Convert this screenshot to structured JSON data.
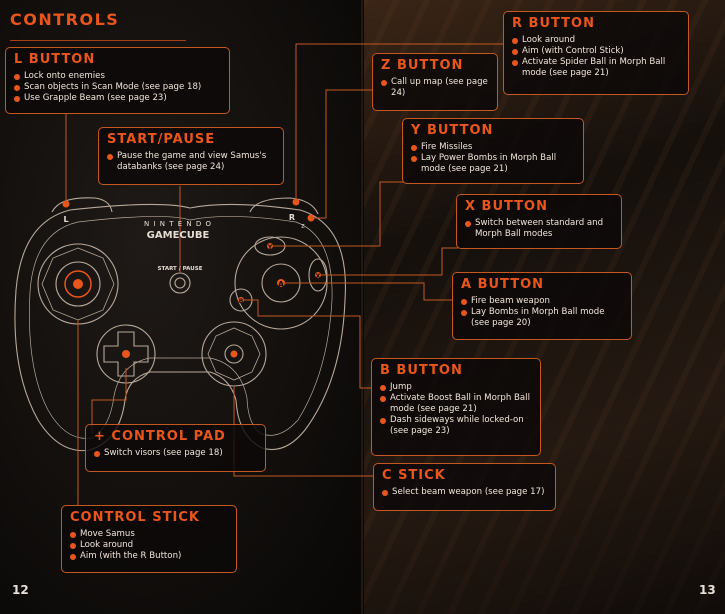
{
  "heading": "CONTROLS",
  "pages": {
    "left": "12",
    "right": "13"
  },
  "colors": {
    "accent": "#e8561c",
    "border": "#c4581f",
    "text": "#f2e6da"
  },
  "controller": {
    "brand_line1": "N I N T E N D O",
    "brand_line2": "GAMECUBE",
    "start_label": "START / PAUSE",
    "l_label": "L",
    "r_label": "R",
    "z_label": "Z",
    "a_label": "A",
    "b_label": "B",
    "x_label": "X",
    "y_label": "Y"
  },
  "sections": {
    "l_button": {
      "title": "L BUTTON",
      "items": [
        "Lock onto enemies",
        "Scan objects in Scan Mode (see page 18)",
        "Use Grapple Beam (see page 23)"
      ]
    },
    "start_pause": {
      "title": "START/PAUSE",
      "items": [
        "Pause the game and view Samus's databanks (see page 24)"
      ]
    },
    "control_pad": {
      "title": "+ CONTROL PAD",
      "items": [
        "Switch visors (see page 18)"
      ]
    },
    "control_stick": {
      "title": "CONTROL STICK",
      "items": [
        "Move Samus",
        "Look around",
        "Aim (with the R Button)"
      ]
    },
    "r_button": {
      "title": "R BUTTON",
      "items": [
        "Look around",
        "Aim (with Control Stick)",
        "Activate Spider Ball in Morph Ball mode (see page 21)"
      ]
    },
    "z_button": {
      "title": "Z BUTTON",
      "items": [
        "Call up map (see page 24)"
      ]
    },
    "y_button": {
      "title": "Y BUTTON",
      "items": [
        "Fire Missiles",
        "Lay Power Bombs in Morph Ball mode (see page 21)"
      ]
    },
    "x_button": {
      "title": "X BUTTON",
      "items": [
        "Switch between standard and Morph Ball modes"
      ]
    },
    "a_button": {
      "title": "A BUTTON",
      "items": [
        "Fire beam weapon",
        "Lay Bombs in Morph Ball mode (see page 20)"
      ]
    },
    "b_button": {
      "title": "B BUTTON",
      "items": [
        "Jump",
        "Activate Boost Ball in Morph Ball mode (see page 21)",
        "Dash sideways while locked-on (see page 23)"
      ]
    },
    "c_stick": {
      "title": "C STICK",
      "items": [
        "Select beam weapon (see page 17)"
      ]
    }
  }
}
